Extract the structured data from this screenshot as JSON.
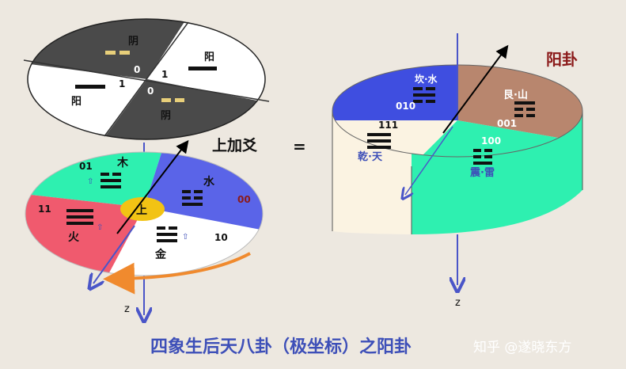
{
  "top_disk": {
    "q_tl": {
      "name": "阴",
      "num": "0"
    },
    "q_tr": {
      "name": "阳",
      "num": "1"
    },
    "q_bl": {
      "name": "阳",
      "num": "1"
    },
    "q_br": {
      "name": "阴",
      "num": "0"
    }
  },
  "operation_label": "上加爻",
  "equals": "=",
  "bottom_disk": {
    "center": "上",
    "wood": {
      "name": "木",
      "code": "01"
    },
    "water": {
      "name": "水",
      "code": "00"
    },
    "fire": {
      "name": "火",
      "code": "11"
    },
    "metal": {
      "name": "金",
      "code": "10"
    },
    "z_label": "z"
  },
  "cylinder": {
    "title": "阳卦",
    "kan": {
      "name": "坎·水",
      "code": "010"
    },
    "gen": {
      "name": "艮·山",
      "code": "001"
    },
    "qian": {
      "name": "乾·天",
      "code": "111"
    },
    "zhen": {
      "name": "震·雷",
      "code": "100"
    },
    "z_label": "z"
  },
  "caption": "四象生后天八卦（极坐标）之阳卦",
  "watermark": "知乎 @遂晓东方",
  "colors": {
    "dark_gray": "#4a4a4a",
    "blue": "#3f4ee0",
    "brown": "#b8866e",
    "cream": "#fbf3e2",
    "green": "#2ef0b0",
    "red": "#f05a6e",
    "gold": "#f2c314",
    "orange": "#f08a2e",
    "axis": "#4a55c8",
    "title_red": "#8b1a1a"
  }
}
